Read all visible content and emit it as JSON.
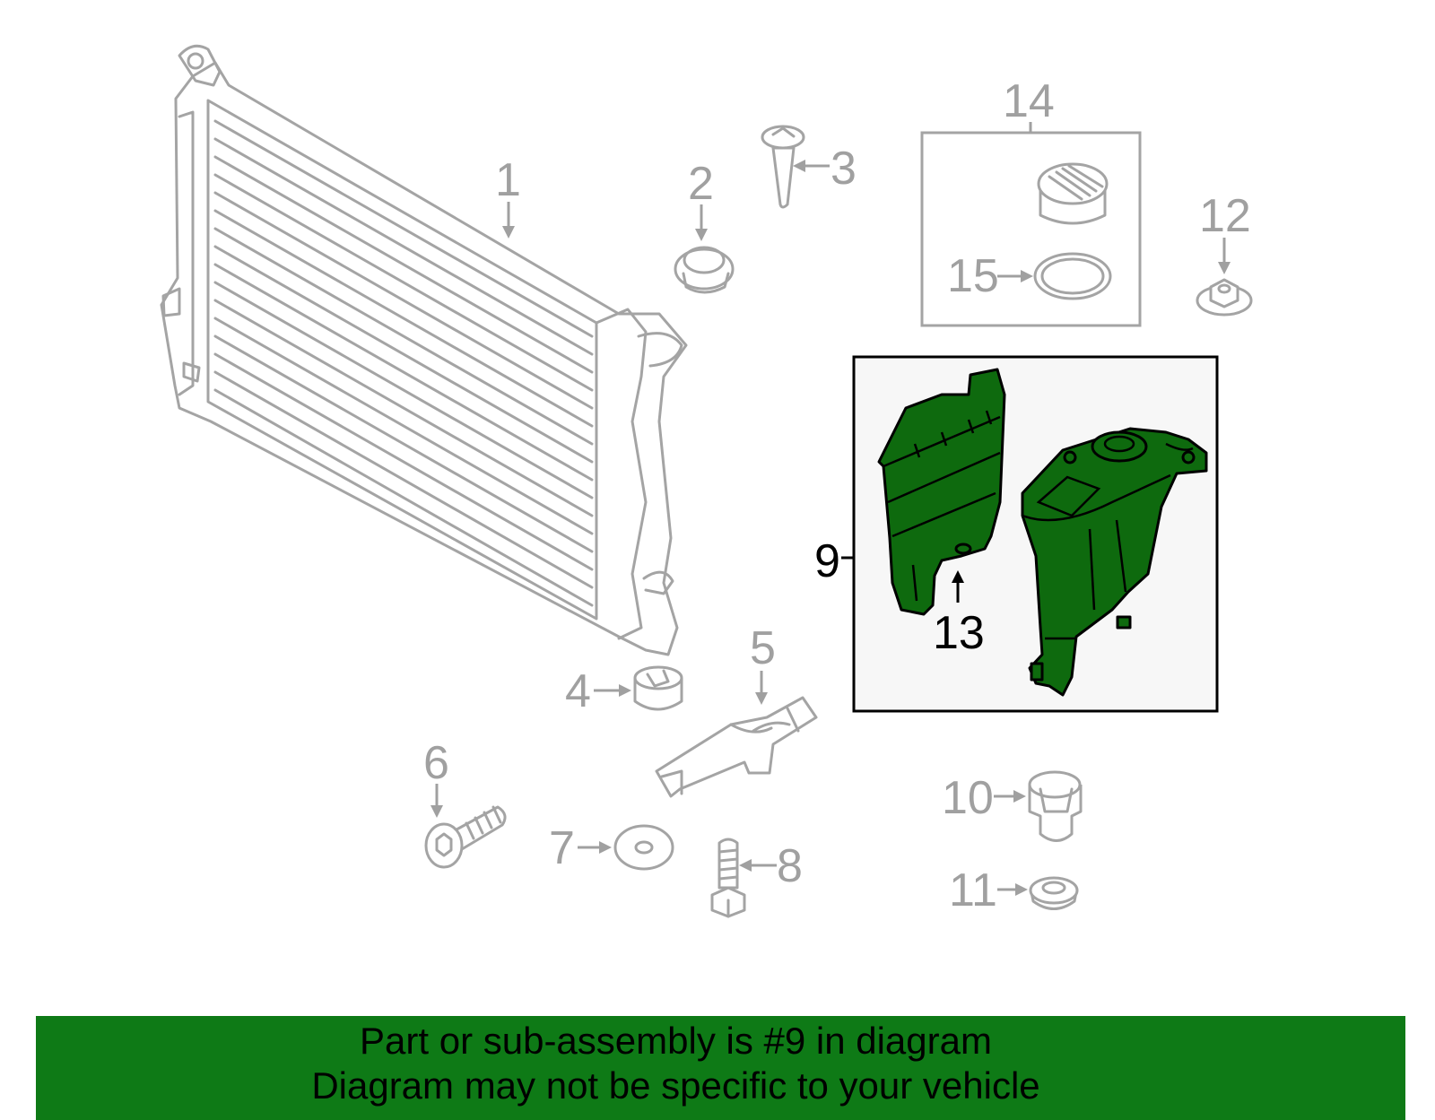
{
  "diagram": {
    "callouts": {
      "c1": "1",
      "c2": "2",
      "c3": "3",
      "c4": "4",
      "c5": "5",
      "c6": "6",
      "c7": "7",
      "c8": "8",
      "c9": "9",
      "c10": "10",
      "c11": "11",
      "c12": "12",
      "c13": "13",
      "c14": "14",
      "c15": "15"
    },
    "highlighted_part": "9",
    "colors": {
      "highlight_fill": "#0e6a0e",
      "banner_bg": "#0e7a16",
      "part_line": "#a4a4a4",
      "label_gray": "#a0a0a0"
    }
  },
  "banner": {
    "line1": "Part or sub-assembly is #9 in diagram",
    "line2": "Diagram may not be specific to your vehicle"
  }
}
